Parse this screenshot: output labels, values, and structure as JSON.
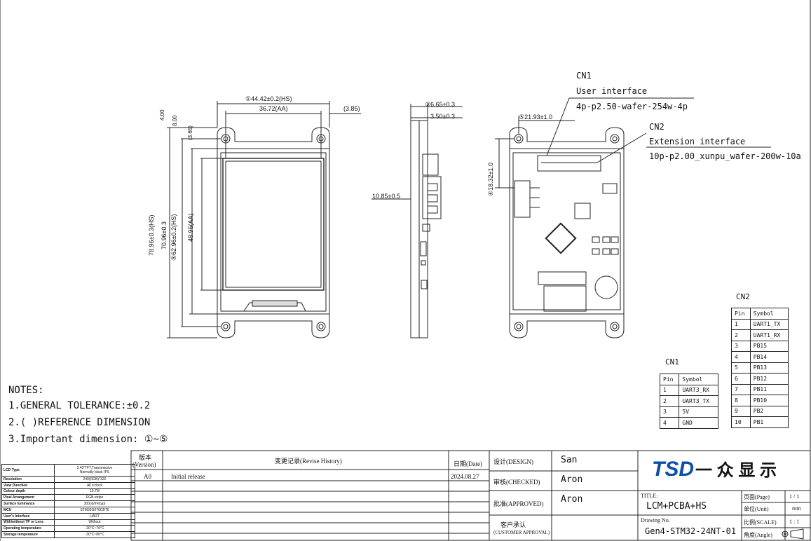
{
  "front_view": {
    "width_hs": "①44.42±0.2(HS)",
    "width_aa": "36.72(AA)",
    "offset": "(3.85)",
    "top_4": "4.00",
    "top_8": "8.00",
    "top_365": "(3.65)",
    "height_total": "78.96±0.3(HS)",
    "height_7096": "70.96±0.3",
    "height_hs": "⑤62.96±0.2(HS)",
    "height_aa": "48.96(AA)"
  },
  "side_view": {
    "thickness_total": "③6.65±0.3",
    "thickness_lcm": "3.50±0.3",
    "connector_pos": "10.85±0.5"
  },
  "back_view": {
    "cn1_offset": "⑤21.93±1.0",
    "cn2_offset": "④18.32±1.0",
    "cn1_label": "CN1",
    "cn1_title": "User interface",
    "cn1_spec": "4p-p2.50-wafer-254w-4p",
    "cn2_label": "CN2",
    "cn2_title": "Extension interface",
    "cn2_spec": "10p-p2.00_xunpu_wafer-200w-10a"
  },
  "cn1_table": {
    "title": "CN1",
    "headers": [
      "Pin",
      "Symbol"
    ],
    "rows": [
      [
        "1",
        "UART3_RX"
      ],
      [
        "2",
        "UART3_TX"
      ],
      [
        "3",
        "5V"
      ],
      [
        "4",
        "GND"
      ]
    ]
  },
  "cn2_table": {
    "title": "CN2",
    "headers": [
      "Pin",
      "Symbol"
    ],
    "rows": [
      [
        "1",
        "UART1_TX"
      ],
      [
        "2",
        "UART1_RX"
      ],
      [
        "3",
        "PB15"
      ],
      [
        "4",
        "PB14"
      ],
      [
        "5",
        "PB13"
      ],
      [
        "6",
        "PB12"
      ],
      [
        "7",
        "PB11"
      ],
      [
        "8",
        "PB10"
      ],
      [
        "9",
        "PB2"
      ],
      [
        "10",
        "PB1"
      ]
    ]
  },
  "notes": {
    "title": "NOTES:",
    "line1": "1.GENERAL TOLERANCE:±0.2",
    "line2": "2.( )REFERENCE DIMENSION",
    "line3": "3.Important dimension: ①~⑤"
  },
  "spec_table": [
    [
      "LCD Type",
      "2.40\"TFT,Transmissive\nNormally black IPS"
    ],
    [
      "Resolution",
      "240(RGB)*320"
    ],
    [
      "View Direction",
      "All o'clock"
    ],
    [
      "Colour depth",
      "16.7M"
    ],
    [
      "Pixel Arrangement",
      "RGB-stripe"
    ],
    [
      "Surface luminance",
      "300cd/m²(typ)"
    ],
    [
      "MCU",
      "STM32G070CBT6"
    ],
    [
      "User's Interface",
      "UART"
    ],
    [
      "With/without TP or Lens",
      "Without"
    ],
    [
      "Operating temperature",
      "-20°C~70°C"
    ],
    [
      "Storage temperature",
      "-30°C~80°C"
    ]
  ],
  "revision": {
    "version_header": "版本",
    "version_header_en": "(Version)",
    "history_header": "变更记录(Revise History)",
    "date_header": "日期(Date)",
    "rows": [
      {
        "version": "A0",
        "desc": "Initial release",
        "date": "2024.08.27"
      }
    ]
  },
  "approvals": {
    "design_label": "设计(DESIGN)",
    "design_name": "San",
    "checked_label": "审核(CHECKED)",
    "checked_name": "Aron",
    "approved_label": "批准(APPROVED)",
    "approved_name": "Aron",
    "customer_label": "客户承认",
    "customer_label_en": "(CUSTOMER APPROVAL)"
  },
  "title_block": {
    "logo_text": "TSD",
    "company": "一 众 显 示",
    "title_label": "TITLE:",
    "title": "LCM+PCBA+HS",
    "drawing_label": "Drawing No.",
    "drawing_no": "Gen4-STM32-24NT-01",
    "page_label": "页面(Page)",
    "page": "1 / 1",
    "unit_label": "单位(Unit)",
    "unit": "mm",
    "scale_label": "比例(SCALE)",
    "scale": "1 : 1",
    "angle_label": "角度(Angle)"
  }
}
